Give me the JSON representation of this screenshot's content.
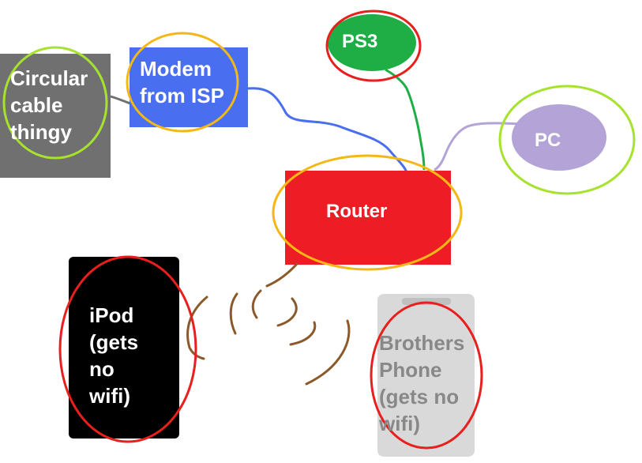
{
  "nodes": {
    "circular_cable": {
      "lines": [
        "Circular",
        "cable",
        "thingy"
      ],
      "fill": "#707070",
      "ring": "#a6e22e",
      "text_color": "#ffffff"
    },
    "modem": {
      "lines": [
        "Modem",
        "from ISP"
      ],
      "fill": "#4a6ef0",
      "ring": "#f4b816",
      "text_color": "#ffffff"
    },
    "ps3": {
      "lines": [
        "PS3"
      ],
      "fill": "#1fae45",
      "ring": "#e8201d",
      "text_color": "#ffffff"
    },
    "pc": {
      "lines": [
        "PC"
      ],
      "fill": "#b3a3d7",
      "ring": "#a6e22e",
      "text_color": "#ffffff"
    },
    "router": {
      "lines": [
        "Router"
      ],
      "fill": "#ee1c24",
      "ring": "#f4b816",
      "text_color": "#ffffff"
    },
    "ipod": {
      "lines": [
        "iPod",
        "(gets",
        "no",
        "wifi)"
      ],
      "fill": "#000000",
      "ring": "#e8201d",
      "text_color": "#ffffff"
    },
    "brothers_phone": {
      "lines": [
        "Brothers",
        "Phone",
        "(gets no",
        "wifi)"
      ],
      "fill": "#d9d9d9",
      "ring": "#e8201d",
      "text_color": "#888888"
    }
  },
  "wires": {
    "modem_to_circular": "#707070",
    "modem_to_router": "#4a6ef0",
    "ps3_to_router": "#1fae45",
    "pc_to_router": "#b3a3d7"
  },
  "wifi_wave_color": "#8b5a2b"
}
